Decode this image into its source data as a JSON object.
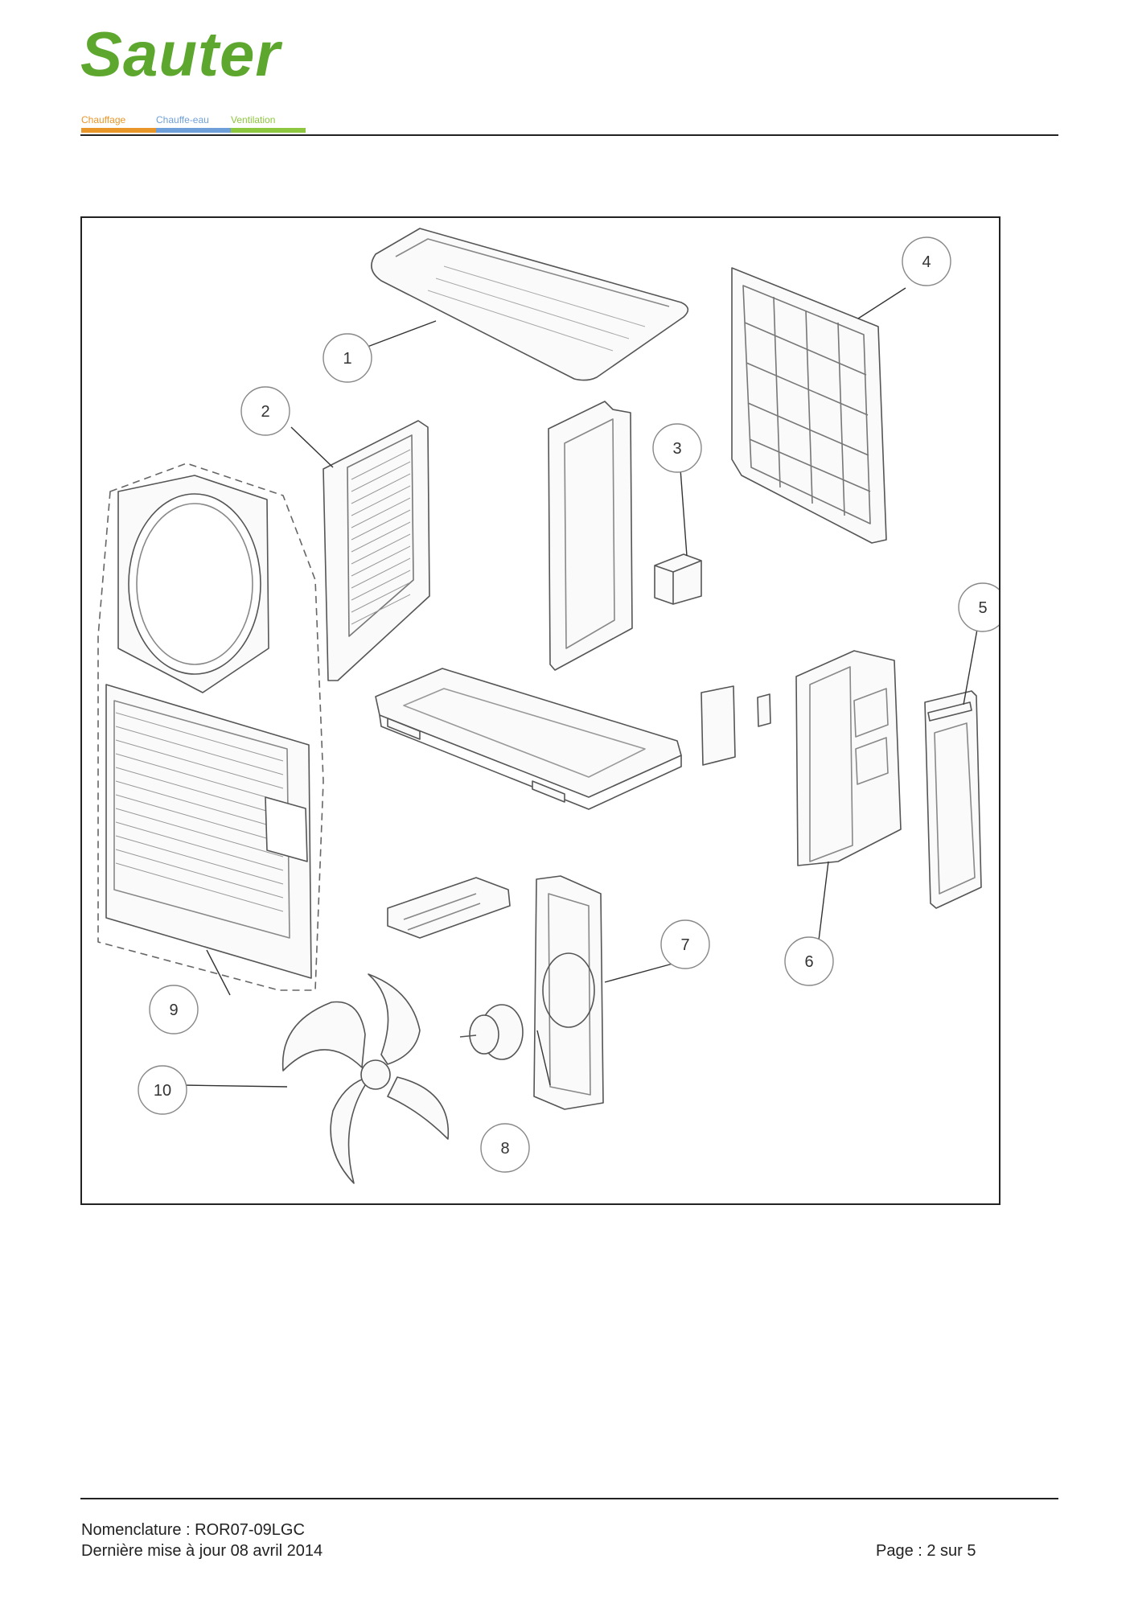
{
  "header": {
    "logo_text": "Sauter",
    "brand_color": "#5ea72f",
    "tags": [
      {
        "label": "Chauffage",
        "color": "#e8962a"
      },
      {
        "label": "Chauffe-eau",
        "color": "#6f9fd8"
      },
      {
        "label": "Ventilation",
        "color": "#8dc63f"
      }
    ]
  },
  "diagram": {
    "callouts": [
      "1",
      "2",
      "3",
      "4",
      "5",
      "6",
      "7",
      "8",
      "9",
      "10"
    ]
  },
  "footer": {
    "nomenclature": "Nomenclature : ROR07-09LGC",
    "updated": "Dernière mise à jour 08 avril 2014",
    "page": "Page : 2 sur 5"
  }
}
